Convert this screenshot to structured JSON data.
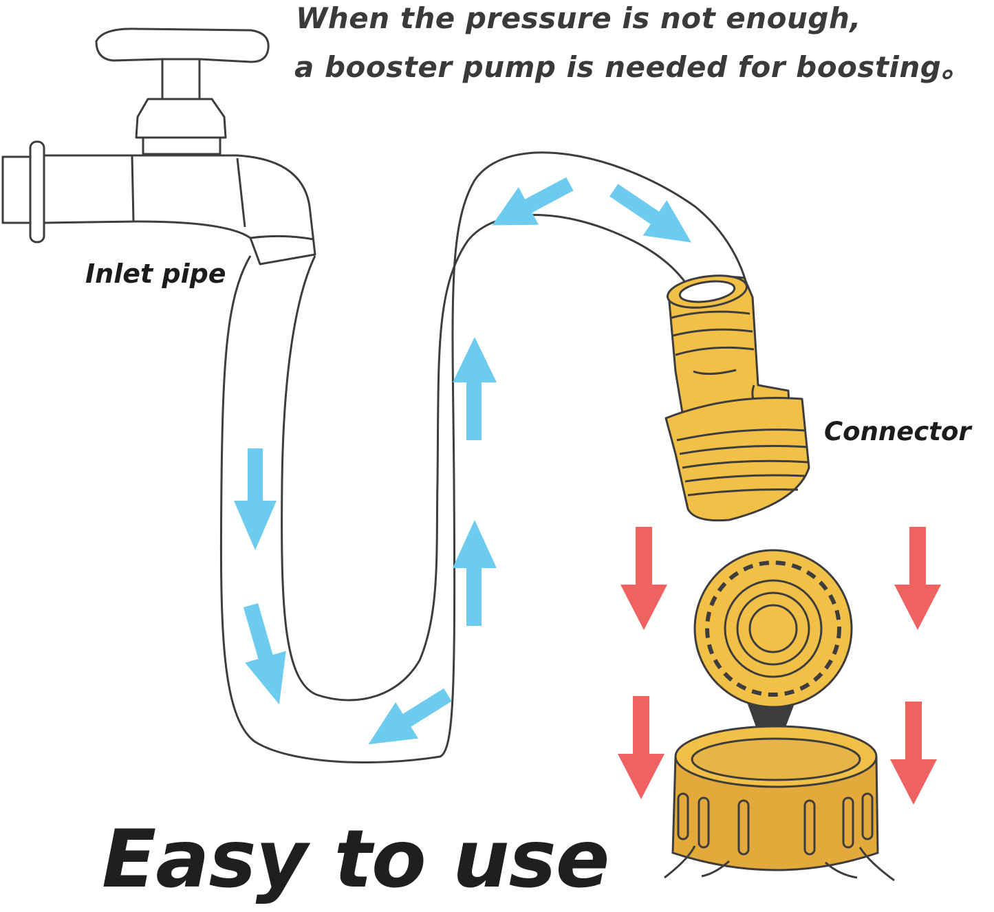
{
  "header": {
    "line1": "When the pressure is not enough,",
    "line2": "a booster pump is needed for boosting。"
  },
  "labels": {
    "inlet": "Inlet pipe",
    "connector": "Connector",
    "easy": "Easy to use"
  },
  "colors": {
    "outline": "#3d3d3d",
    "flow_arrow": "#6ccbee",
    "down_arrow": "#ee6262",
    "brass": "#f3c047",
    "brass_dark": "#e3a93a"
  },
  "icons": [
    "faucet-icon",
    "hose-icon",
    "flow-arrow-icon",
    "quick-connector-icon",
    "brass-cap-icon",
    "down-arrow-icon"
  ]
}
